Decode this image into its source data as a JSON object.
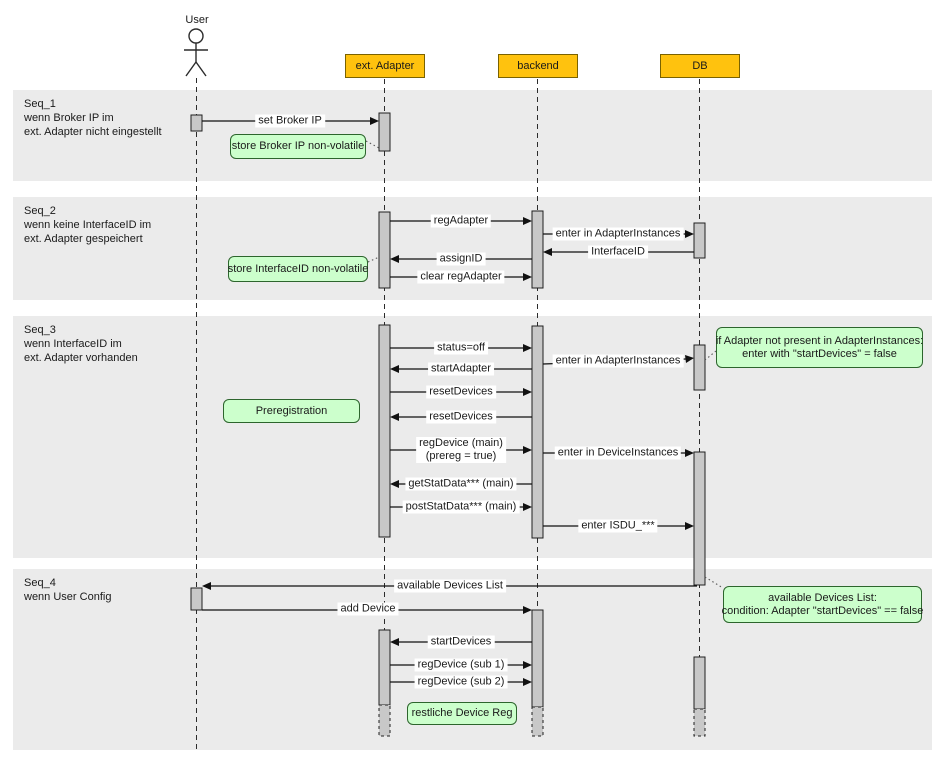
{
  "colors": {
    "band": "#ebebeb",
    "actor-fill": "#ffc20e",
    "actor-stroke": "#7a6200",
    "note-fill": "#ccffcc",
    "note-stroke": "#2d652d",
    "bar-fill": "#c8c8c8"
  },
  "actors": {
    "user": "User",
    "ext_adapter": "ext. Adapter",
    "backend": "backend",
    "db": "DB"
  },
  "sections": {
    "seq1": {
      "lines": [
        "Seq_1",
        "wenn Broker IP im",
        "ext. Adapter nicht eingestellt"
      ]
    },
    "seq2": {
      "lines": [
        "Seq_2",
        "wenn keine InterfaceID im",
        "ext. Adapter gespeichert"
      ]
    },
    "seq3": {
      "lines": [
        "Seq_3",
        "wenn InterfaceID im",
        "ext. Adapter vorhanden"
      ]
    },
    "seq4": {
      "lines": [
        "Seq_4",
        "wenn User Config"
      ]
    }
  },
  "messages": {
    "set_broker_ip": "set Broker IP",
    "reg_adapter": "regAdapter",
    "enter_adapter_instances_seq2": "enter in AdapterInstances",
    "interface_id": "InterfaceID",
    "assign_id": "assignID",
    "clear_reg_adapter": "clear regAdapter",
    "status_off": "status=off",
    "enter_adapter_instances_seq3": "enter in AdapterInstances",
    "start_adapter": "startAdapter",
    "reset_devices_1": "resetDevices",
    "reset_devices_2": "resetDevices",
    "reg_device_main": [
      "regDevice (main)",
      "(prereg = true)"
    ],
    "enter_device_instances": "enter in DeviceInstances",
    "get_stat_data": "getStatData*** (main)",
    "post_stat_data": "postStatData*** (main)",
    "enter_isdu": "enter ISDU_***",
    "available_devices_list": "available Devices List",
    "add_device": "add Device",
    "start_devices": "startDevices",
    "reg_device_sub1": "regDevice (sub 1)",
    "reg_device_sub2": "regDevice (sub 2)"
  },
  "notes": {
    "store_broker": "store Broker IP non-volatile",
    "store_interface": "store InterfaceID non-volatile",
    "preregistration": "Preregistration",
    "adapter_condition": [
      "if Adapter not present in AdapterInstances:",
      "enter with \"startDevices\" = false"
    ],
    "available_condition": [
      "available Devices List:",
      "condition: Adapter \"startDevices\" == false"
    ],
    "restliche": "restliche Device Reg"
  }
}
